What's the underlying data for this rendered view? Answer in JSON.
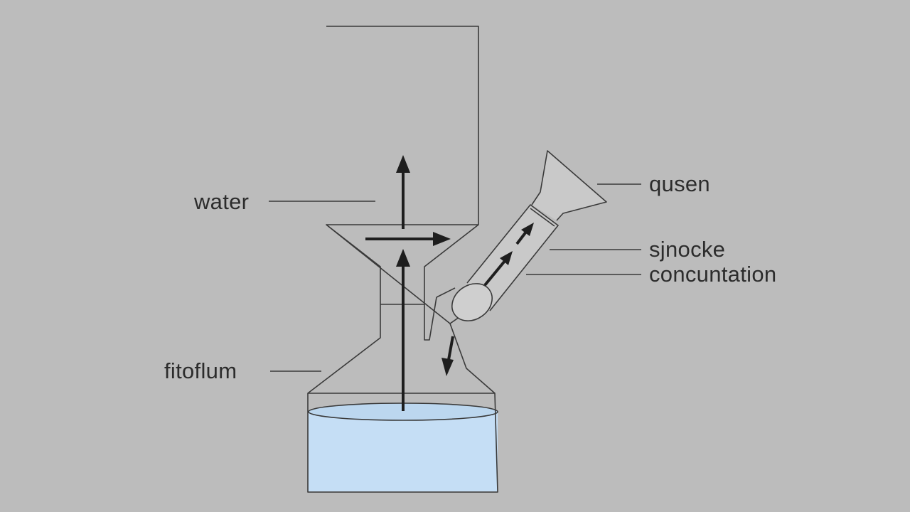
{
  "labels": {
    "water": "water",
    "filter": "fitoflum",
    "qusen": "qusen",
    "smoke": "sjnocke",
    "concentration": "concuntation"
  },
  "colors": {
    "background": "#bcbcbc",
    "outline": "#3a3a3a",
    "arrow": "#1e1e1e",
    "water_fill": "#c5def5",
    "water_surface": "#bcd7ef",
    "text": "#2c2c2c"
  }
}
